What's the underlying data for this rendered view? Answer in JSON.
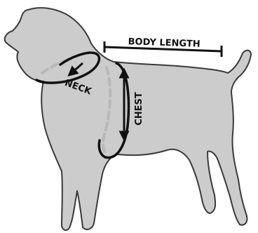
{
  "colors": {
    "silhouette_fill": "#cccccc",
    "silhouette_stroke": "#3a3a3a",
    "measure_line": "#111111",
    "dashed_guide": "#b8b8b8"
  },
  "labels": {
    "body_length": "BODY LENGTH",
    "neck": "NECK",
    "chest": "CHEST"
  }
}
